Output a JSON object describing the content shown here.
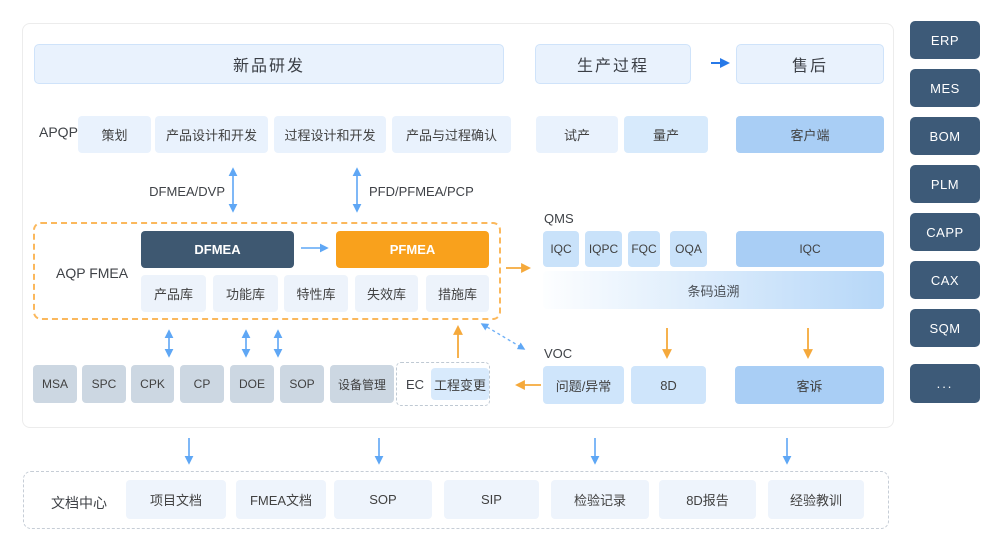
{
  "palette": {
    "navy": "#3e5871",
    "sidebar_navy": "#3d5a78",
    "orange": "#f9a11c",
    "orange_arrow": "#f5a93b",
    "blue_arrow": "#5fa7f5",
    "bright_blue_arrow": "#2779e8",
    "light_blue_box": "#e9f2fd",
    "medium_blue_box": "#a9cef5",
    "pale_blue_box": "#c9e2fa",
    "gray_blue_box": "#ccd7e2"
  },
  "top_flow": {
    "new_product_dev": "新品研发",
    "production_process": "生产过程",
    "after_sales": "售后"
  },
  "apqp": {
    "label": "APQP",
    "stages": [
      "策划",
      "产品设计和开发",
      "过程设计和开发",
      "产品与过程确认"
    ],
    "trial_production": "试产",
    "mass_production": "量产",
    "client": "客户端"
  },
  "links": {
    "dfmea_dvp": "DFMEA/DVP",
    "pfd_pfmea_pcp": "PFD/PFMEA/PCP"
  },
  "aqp_fmea": {
    "label": "AQP FMEA",
    "dfmea": "DFMEA",
    "pfmea": "PFMEA",
    "libraries": [
      "产品库",
      "功能库",
      "特性库",
      "失效库",
      "措施库"
    ]
  },
  "qms": {
    "label": "QMS",
    "inspections": [
      "IQC",
      "IQPC",
      "FQC",
      "OQA"
    ],
    "iqc_wide": "IQC",
    "barcode_trace": "条码追溯"
  },
  "tools": [
    "MSA",
    "SPC",
    "CPK",
    "CP",
    "DOE",
    "SOP",
    "设备管理"
  ],
  "ec": {
    "label": "EC",
    "engineering_change": "工程变更"
  },
  "voc": {
    "label": "VOC",
    "issue": "问题/异常",
    "eight_d": "8D",
    "complaint": "客诉"
  },
  "documents": {
    "label": "文档中心",
    "items": [
      "项目文档",
      "FMEA文档",
      "SOP",
      "SIP",
      "检验记录",
      "8D报告",
      "经验教训"
    ]
  },
  "sidebar": {
    "items": [
      "ERP",
      "MES",
      "BOM",
      "PLM",
      "CAPP",
      "CAX",
      "SQM",
      "..."
    ]
  }
}
